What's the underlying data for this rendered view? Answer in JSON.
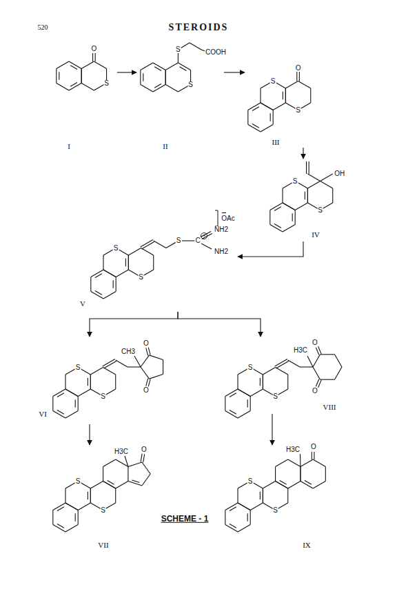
{
  "diagram": {
    "caption": "SCHEME - 1",
    "nodes": [
      {
        "text": [
          "I"
        ]
      },
      {
        "text": [
          "II"
        ]
      },
      {
        "text": [
          "III"
        ]
      },
      {
        "text": [
          "IV"
        ]
      },
      {
        "text": [
          "V"
        ]
      },
      {
        "text": [
          "VI"
        ]
      },
      {
        "text": [
          "VII"
        ]
      },
      {
        "text": [
          "VIII"
        ]
      },
      {
        "text": [
          "IX"
        ]
      }
    ],
    "edges": [
      {
        "from": 0,
        "to": 1,
        "arrow": "to"
      },
      {
        "from": 1,
        "to": 2,
        "arrow": "to"
      },
      {
        "from": 2,
        "to": 3,
        "arrow": "to"
      },
      {
        "from": 3,
        "to": 4,
        "arrow": "to"
      },
      {
        "from": 4,
        "to": 5,
        "arrow": "to"
      },
      {
        "from": 4,
        "to": 7,
        "arrow": "to"
      },
      {
        "from": 5,
        "to": 6,
        "arrow": "to"
      },
      {
        "from": 7,
        "to": 8,
        "arrow": "to"
      }
    ],
    "labels": [
      "520",
      "STEROIDS",
      "O",
      "S",
      "S",
      "S",
      "COOH",
      "S",
      "S",
      "O",
      "S",
      "S",
      "OH",
      "S",
      "S",
      "S",
      "C",
      "+",
      "NH2",
      "NH2",
      "OAc",
      "S",
      "S",
      "CH3",
      "O",
      "O",
      "S",
      "S",
      "H3C",
      "O",
      "S",
      "S",
      "H3C",
      "O",
      "O",
      "S",
      "S",
      "H3C",
      "O"
    ]
  }
}
